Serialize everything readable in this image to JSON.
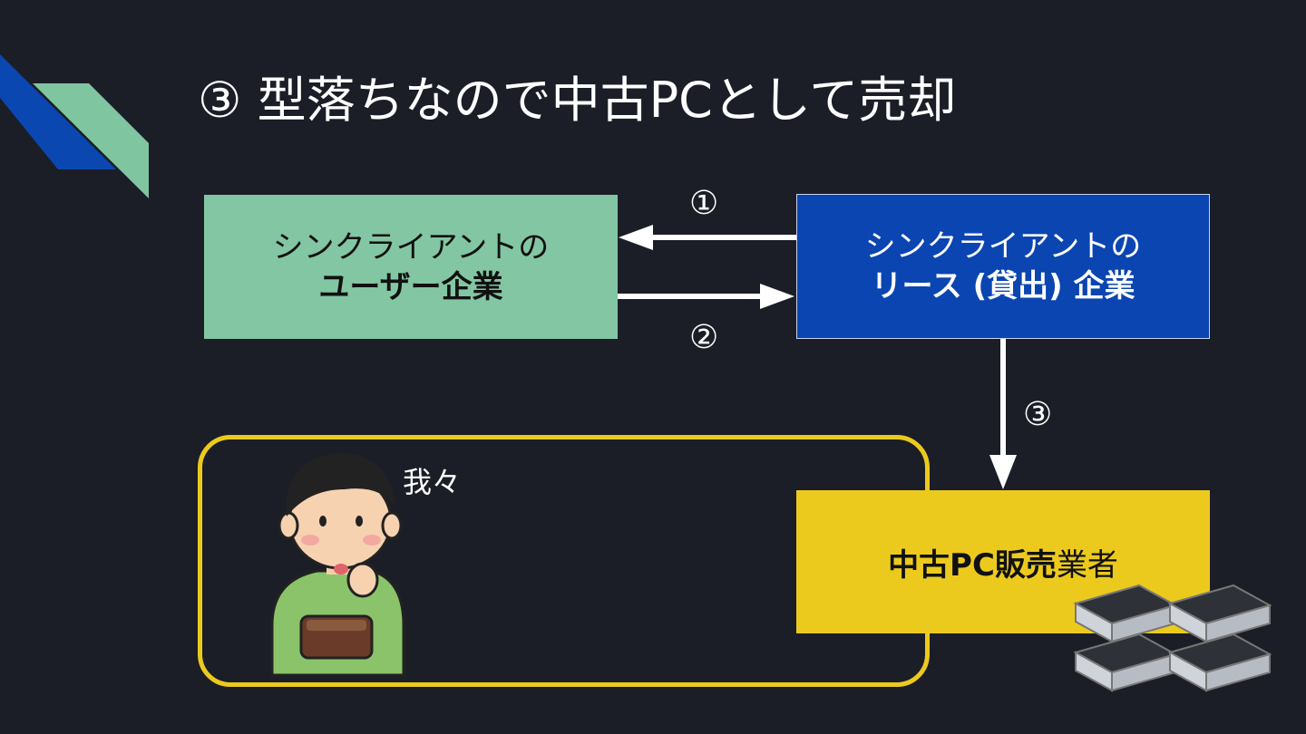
{
  "slide": {
    "title": "③ 型落ちなので中古PCとして売却"
  },
  "nodes": {
    "user_company": {
      "line1": "シンクライアントの",
      "line2": "ユーザー企業"
    },
    "lease_company": {
      "line1": "シンクライアントの",
      "line2": "リース (貸出) 企業"
    },
    "used_pc_dealer": {
      "bold": "中古PC販売",
      "normal": "業者"
    },
    "us": {
      "label": "我々"
    }
  },
  "edges": {
    "step1": "①",
    "step2": "②",
    "step3": "③"
  },
  "icons": {
    "person": "person-with-wallet-icon",
    "pcs": "mini-pc-stack-icon"
  },
  "colors": {
    "background": "#1b1e27",
    "user_box": "#83c6a3",
    "lease_box": "#0a45b1",
    "dealer_box": "#ecca1d",
    "frame": "#ecca1d",
    "accent_blue": "#0b47b0",
    "accent_green": "#7fc5a0"
  }
}
